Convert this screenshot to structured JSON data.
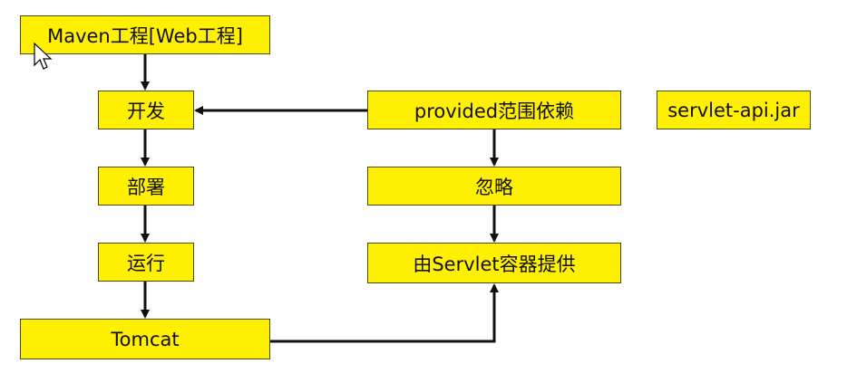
{
  "diagram": {
    "nodes": {
      "maven": "Maven工程[Web工程]",
      "develop": "开发",
      "deploy": "部署",
      "run": "运行",
      "tomcat": "Tomcat",
      "provided": "provided范围依赖",
      "ignore": "忽略",
      "servlet_container": "由Servlet容器提供",
      "servlet_api": "servlet-api.jar"
    },
    "edges": [
      {
        "from": "maven",
        "to": "develop"
      },
      {
        "from": "develop",
        "to": "deploy"
      },
      {
        "from": "deploy",
        "to": "run"
      },
      {
        "from": "run",
        "to": "tomcat"
      },
      {
        "from": "provided",
        "to": "develop"
      },
      {
        "from": "provided",
        "to": "ignore"
      },
      {
        "from": "ignore",
        "to": "servlet_container"
      },
      {
        "from": "tomcat",
        "to": "servlet_container"
      }
    ]
  },
  "colors": {
    "box_fill": "#ffef00",
    "arrow": "#111111"
  }
}
